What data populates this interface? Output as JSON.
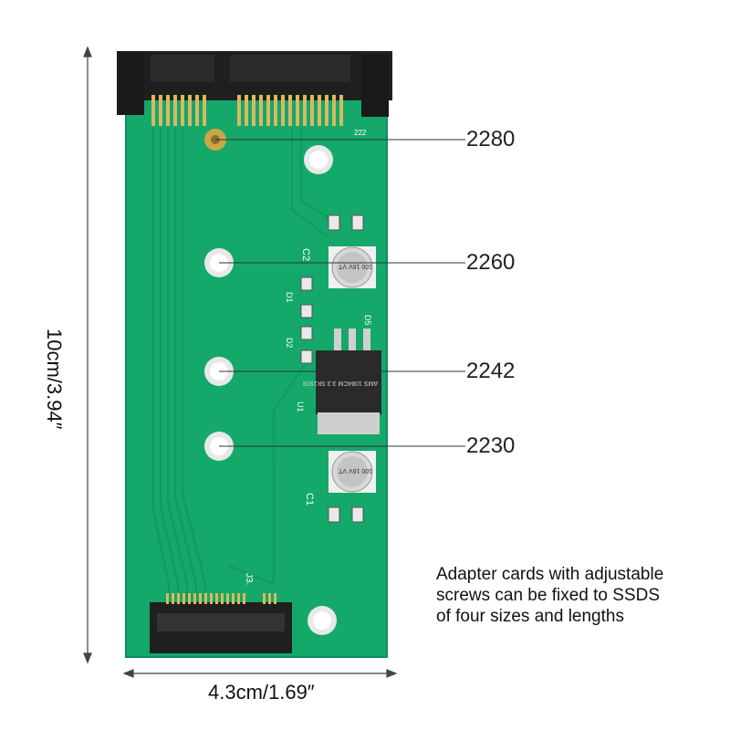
{
  "dimensions": {
    "height_label": "10cm/3.94″",
    "width_label": "4.3cm/1.69″"
  },
  "slots": [
    {
      "label": "2280"
    },
    {
      "label": "2260"
    },
    {
      "label": "2242"
    },
    {
      "label": "2230"
    }
  ],
  "caption": {
    "line1": "Adapter cards with adjustable",
    "line2": "screws can be fixed to SSDS",
    "line3": "of four sizes and lengths"
  },
  "board_markings": {
    "c2": "C2",
    "c1": "C1",
    "d1": "D1",
    "d2": "D2",
    "d5": "D5",
    "u1": "U1",
    "j3": "J3.",
    "cap_top": "100 16V VT",
    "cap_bottom": "100 16V VT",
    "regulator": "AMS 1084CM 3.3 SK1928",
    "pin_marker": "222"
  },
  "colors": {
    "pcb": "#14a86a",
    "pcb_dark": "#0d8a55",
    "connector": "#1f1f1f",
    "gold": "#d9b860",
    "line": "#333333"
  }
}
